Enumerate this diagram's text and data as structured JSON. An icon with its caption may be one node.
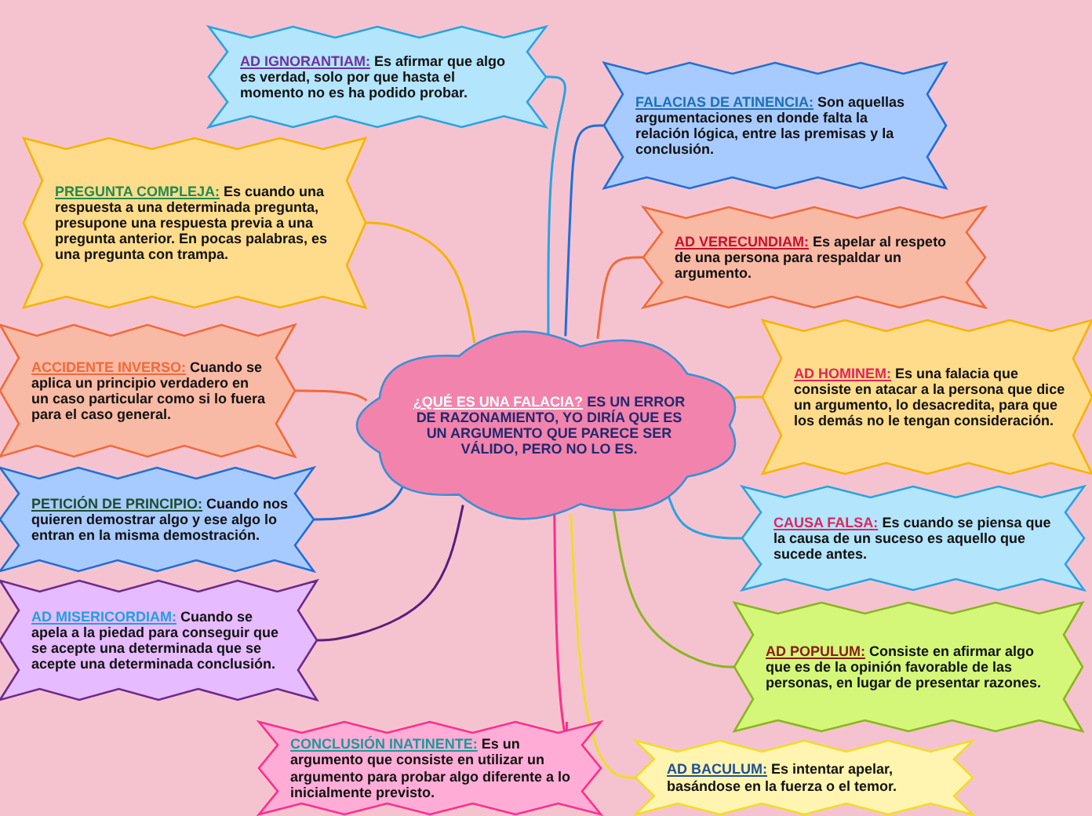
{
  "diagram": {
    "nodes": [
      {
        "text": [
          "¿QUÉ ES UNA FALACIA?",
          "ES UN ERROR DE RAZONAMIENTO, YO DIRÍA QUE ES UN ARGUMENTO QUE PARECE SER VÁLIDO, PERO NO LO ES."
        ]
      },
      {
        "text": [
          "AD IGNORANTIAM:",
          "Es afirmar que algo es verdad, solo por que hasta el momento no es ha podido probar."
        ]
      },
      {
        "text": [
          "FALACIAS DE ATINENCIA:",
          "Son aquellas argumentaciones en donde falta la relación lógica, entre las premisas y la conclusión."
        ]
      },
      {
        "text": [
          "PREGUNTA COMPLEJA:",
          "Es cuando una respuesta a una determinada pregunta, presupone una respuesta previa a una pregunta anterior. En pocas palabras, es una pregunta con trampa."
        ]
      },
      {
        "text": [
          "AD VERECUNDIAM:",
          "Es apelar al respeto de una persona para respaldar un argumento."
        ]
      },
      {
        "text": [
          "ACCIDENTE INVERSO:",
          "Cuando se aplica un principio verdadero en un caso particular como si lo fuera para el caso general."
        ]
      },
      {
        "text": [
          "AD HOMINEM:",
          "Es una falacia que consiste en atacar a la persona que dice un argumento, lo desacredita, para que los demás no le tengan consideración."
        ]
      },
      {
        "text": [
          "PETICIÓN DE PRINCIPIO:",
          "Cuando nos quieren demostrar algo y ese algo lo entran en la misma demostración."
        ]
      },
      {
        "text": [
          "CAUSA FALSA:",
          "Es cuando se piensa que la causa de un suceso es aquello que sucede antes."
        ]
      },
      {
        "text": [
          "AD MISERICORDIAM:",
          "Cuando se apela a la piedad para conseguir que se acepte una determinada que se acepte una determinada conclusión."
        ]
      },
      {
        "text": [
          "AD POPULUM:",
          "Consiste en afirmar algo que es de la opinión favorable de las personas, en lugar de presentar razones."
        ]
      },
      {
        "text": [
          "CONCLUSIÓN INATINENTE:",
          "Es un argumento que consiste en utilizar un argumento para probar algo diferente a lo inicialmente previsto."
        ]
      },
      {
        "text": [
          "AD BACULUM:",
          "Es intentar apelar, basándose en la fuerza o el temor."
        ]
      }
    ],
    "edges": [
      {
        "from": 0,
        "to": 1,
        "arrow": "none",
        "color": "#29a3e0"
      },
      {
        "from": 0,
        "to": 2,
        "arrow": "none",
        "color": "#1f6fd6"
      },
      {
        "from": 0,
        "to": 3,
        "arrow": "none",
        "color": "#f5b400"
      },
      {
        "from": 0,
        "to": 4,
        "arrow": "none",
        "color": "#f06a3a"
      },
      {
        "from": 0,
        "to": 5,
        "arrow": "none",
        "color": "#f06a3a"
      },
      {
        "from": 0,
        "to": 6,
        "arrow": "none",
        "color": "#f5b400"
      },
      {
        "from": 0,
        "to": 7,
        "arrow": "none",
        "color": "#1f6fd6"
      },
      {
        "from": 0,
        "to": 8,
        "arrow": "none",
        "color": "#29a3e0"
      },
      {
        "from": 0,
        "to": 9,
        "arrow": "none",
        "color": "#5a1f7a"
      },
      {
        "from": 0,
        "to": 10,
        "arrow": "none",
        "color": "#8ab51e"
      },
      {
        "from": 0,
        "to": 11,
        "arrow": "none",
        "color": "#ff2d8a"
      },
      {
        "from": 0,
        "to": 12,
        "arrow": "none",
        "color": "#f0dc2a"
      }
    ]
  }
}
